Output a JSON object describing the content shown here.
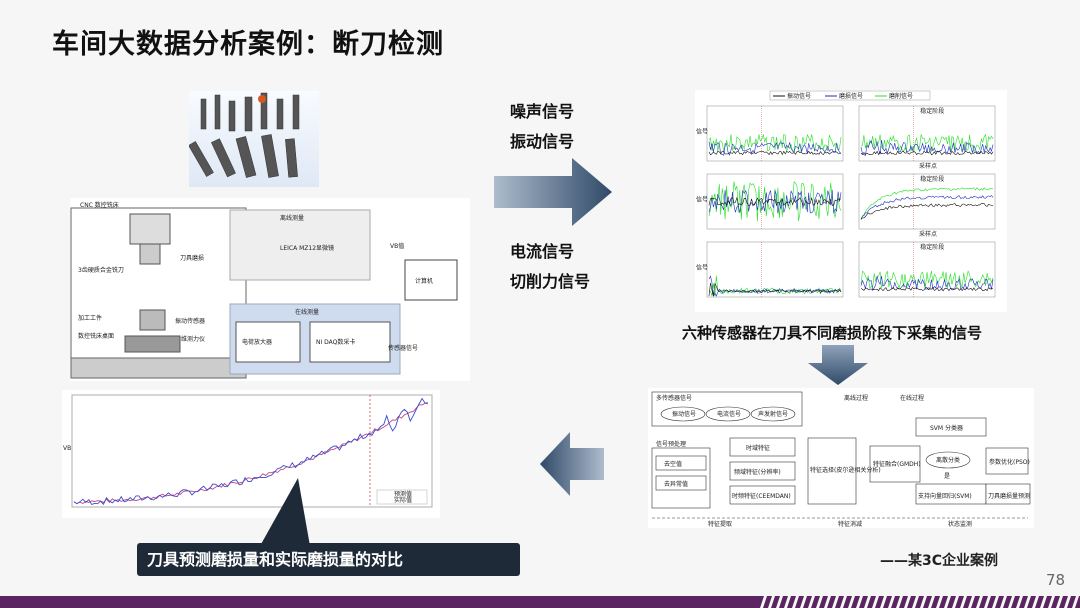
{
  "slide": {
    "title": "车间大数据分析案例：断刀检测",
    "page_number": "78",
    "source": "——某3C企业案例"
  },
  "signals": {
    "group1": [
      "噪声信号",
      "振动信号"
    ],
    "group2": [
      "电流信号",
      "切削力信号"
    ],
    "caption": "六种传感器在刀具不同磨损阶段下采集的信号"
  },
  "bottom_caption": "刀具预测磨损量和实际磨损量的对比",
  "setup_diagram": {
    "cnc_label": "CNC 数控铣床",
    "tool_label": "3齿硬质合金铣刀",
    "tool_wear": "刀具磨损",
    "workpiece": "加工工件",
    "table": "数控铣床桌面",
    "vibration_sensor": "振动传感器",
    "dynamometer": "三维测力仪",
    "offline_measure": "离线测量",
    "microscope": "LEICA MZ12显微镜",
    "vb_value": "VB值",
    "computer": "计算机",
    "online_measure": "在线测量",
    "amplifier": "电荷放大器",
    "daq": "NI DAQ数采卡",
    "sensor_signal": "传感器信号"
  },
  "signal_legend": [
    "振动信号",
    "磨损信号",
    "磨削信号"
  ],
  "signal_panels": {
    "stage_label": "稳定阶段",
    "x_label": "采样点",
    "y_label": "信号"
  },
  "flowchart": {
    "multi_signal": "多传感器信号",
    "cutting_signal": "振动信号",
    "current_signal": "电流信号",
    "sound_signal": "声发射信号",
    "offline_process": "离线过程",
    "online_process": "在线过程",
    "preprocess": "信号预处理",
    "denoise": "去空值",
    "normalize": "去异常值",
    "time_feature": "时域特征",
    "freq_feature": "频域特征(分辨率)",
    "tf_feature": "时频特征(CEEMDAN)",
    "feature_select": "特征选择(皮尔逊相关分析)",
    "feature_fusion": "特征融合(GMDH)",
    "svm_class": "SVM 分类器",
    "model_select": "离散分类",
    "param_opt": "参数优化(PSO)",
    "yes_no": "是",
    "svm_model": "支持向量回归(SVM)",
    "output": "刀具磨损量预测",
    "stage1": "特征提取",
    "stage2": "特征消减",
    "stage3": "状态监测"
  },
  "wear_chart": {
    "ylabel": "VB",
    "legend": [
      "预测值",
      "实际值"
    ]
  },
  "colors": {
    "arrow": "#3b5573",
    "footer": "#5a2560",
    "green_signal": "#23e023",
    "blue_signal": "#1e2fc4"
  }
}
